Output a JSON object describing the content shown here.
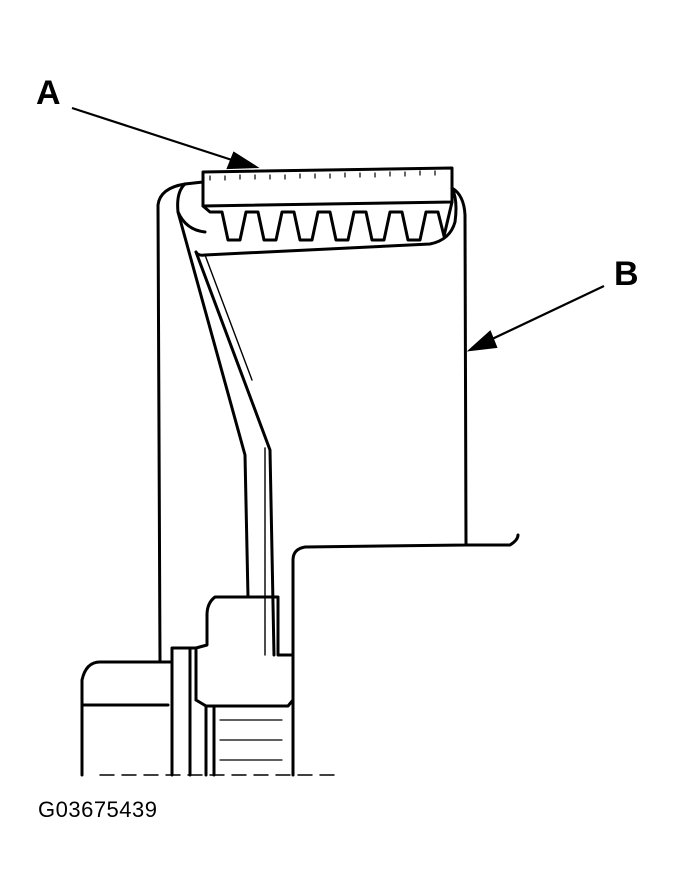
{
  "callouts": {
    "a": "A",
    "b": "B"
  },
  "figure_id": "G03675439",
  "colors": {
    "line": "#000000",
    "background": "#ffffff"
  }
}
